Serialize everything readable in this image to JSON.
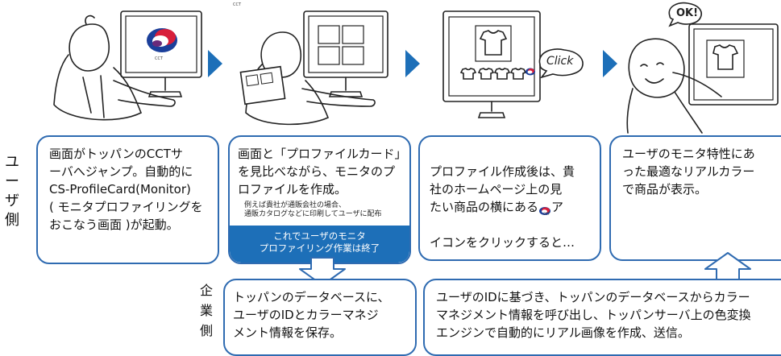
{
  "top_mark": "CCT",
  "logo_text": "CCT",
  "icon_caption": "CCT",
  "click_text": "Click",
  "ok_text": "OK!",
  "side_user_chars": [
    "ユ",
    "ー",
    "ザ",
    "側"
  ],
  "side_company_chars": [
    "企",
    "業",
    "側"
  ],
  "boxes": {
    "step1": "画面がトッパンのCCTサ\nーバへジャンプ。自動的に\nCS-ProfileCard(Monitor)\n( モニタプロファイリングを\nおこなう画面 )が起動。",
    "step2": "画面と「プロファイルカード」\nを見比べながら、モニタのプ\nロファイルを作成。",
    "step2_note": "例えば貴社が通販会社の場合、\n通販カタログなどに印刷してユーザに配布",
    "step2_done": "これでユーザのモニタ\nプロファイリング作業は終了",
    "step3_a": "プロファイル作成後は、貴\n社のホームページ上の見\nたい商品の横にある",
    "step3_b": "ア",
    "step3_c": "イコンをクリックすると…",
    "step4": "ユーザのモニタ特性にあ\nった最適なリアルカラー\nで商品が表示。",
    "company_left": "トッパンのデータベースに、\nユーザのIDとカラーマネジ\nメント情報を保存。",
    "company_right": "ユーザのIDに基づき、トッパンのデータベースからカラー\nマネジメント情報を呼び出し、トッパンサーバ上の色変換\nエンジンで自動的にリアル画像を作成、送信。"
  },
  "colors": {
    "border": "#2f6bb1",
    "accent": "#1d6fb8",
    "logo_blue": "#1b3f9a",
    "logo_red": "#d81e3a",
    "logo_purple": "#6a2a7a"
  }
}
